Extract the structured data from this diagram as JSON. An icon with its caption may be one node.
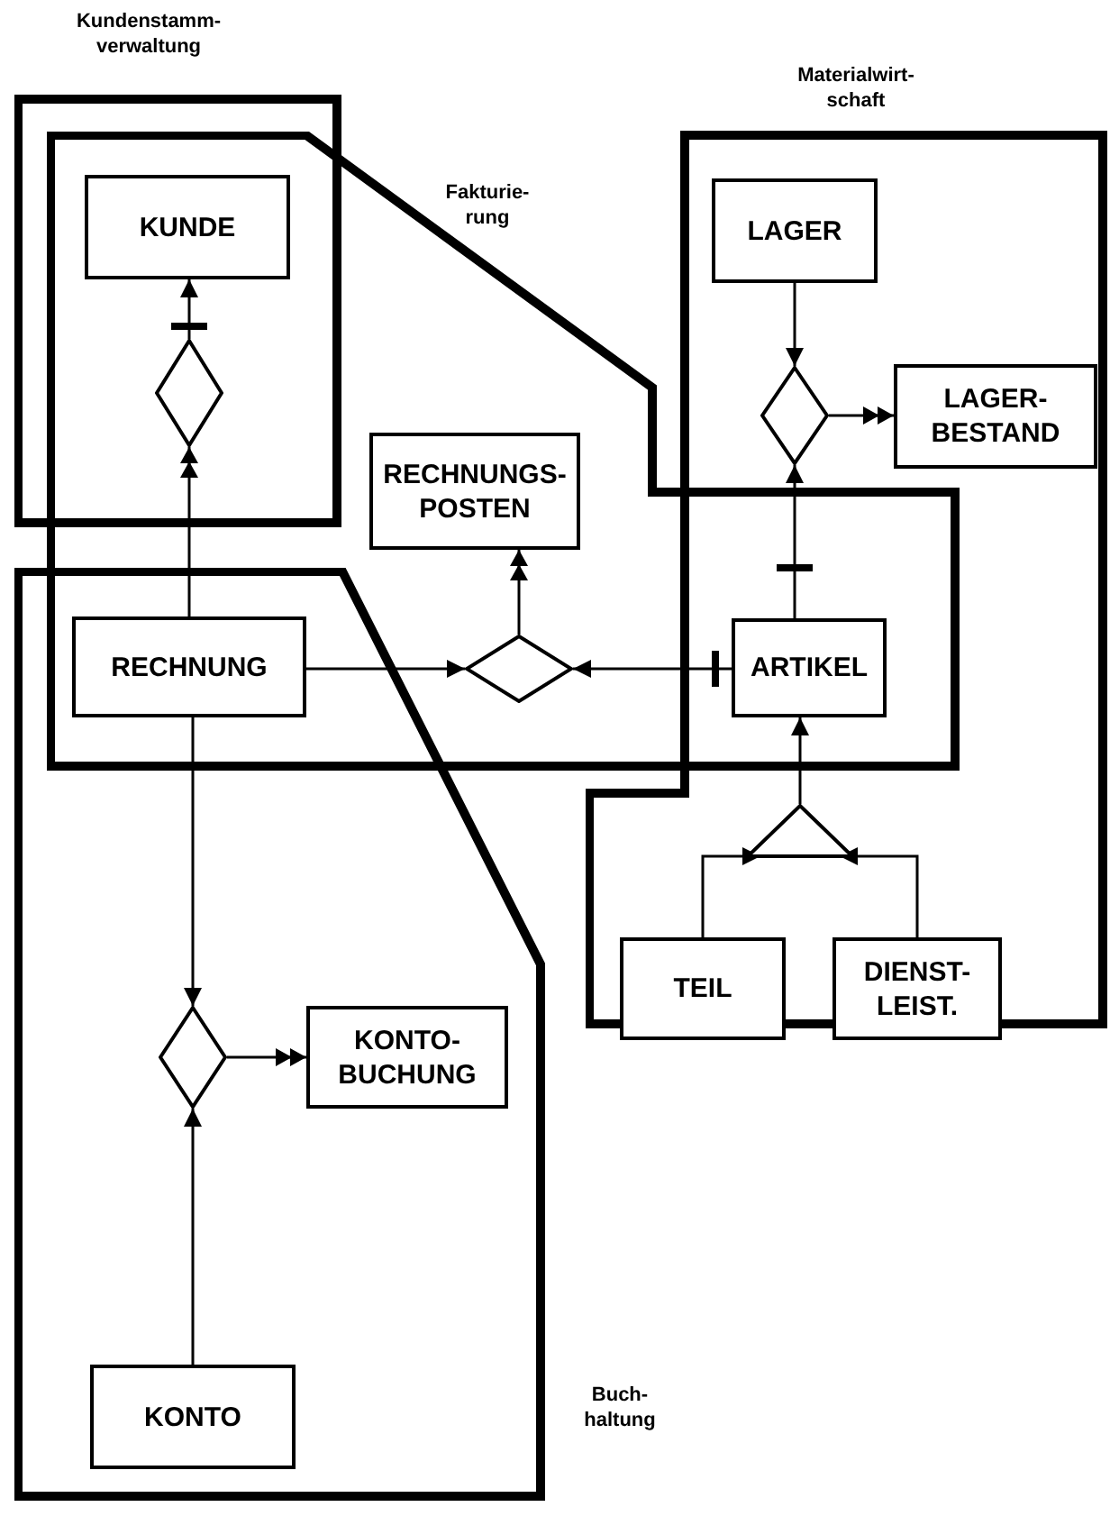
{
  "diagram": {
    "nodes": [
      {
        "text": [
          "Kundenstamm- verwaltung"
        ]
      },
      {
        "text": [
          "Fakturie- rung"
        ]
      },
      {
        "text": [
          "KUNDE"
        ],
        "in": 0
      },
      {
        "text": [],
        "shape": "diamond",
        "in": 0
      },
      {
        "text": [
          "Materialwirt- schaft"
        ]
      },
      {
        "text": [
          "LAGER"
        ],
        "in": 4
      },
      {
        "text": [],
        "shape": "diamond",
        "in": 4
      },
      {
        "text": [
          "LAGER- BESTAND"
        ],
        "in": 4
      },
      {
        "text": [
          "RECHNUNGS- POSTEN"
        ],
        "in": 1
      },
      {
        "text": [
          "RECHNUNG"
        ]
      },
      {
        "text": [],
        "shape": "diamond",
        "in": 1
      },
      {
        "text": [
          "ARTIKEL"
        ]
      },
      {
        "text": [],
        "shape": "triangle",
        "in": 4
      },
      {
        "text": [
          "TEIL"
        ],
        "in": 4
      },
      {
        "text": [
          "DIENST- LEIST."
        ],
        "in": 4
      },
      {
        "text": [
          "Buch- haltung"
        ]
      },
      {
        "text": [],
        "shape": "diamond",
        "in": 15
      },
      {
        "text": [
          "KONTO- BUCHUNG"
        ],
        "in": 15
      },
      {
        "text": [
          "KONTO"
        ],
        "in": 15
      }
    ],
    "edges": [
      {
        "from": 3,
        "to": 2,
        "arrow": "to"
      },
      {
        "from": 9,
        "to": 3,
        "arrow": "to"
      },
      {
        "from": 5,
        "to": 6,
        "arrow": "to"
      },
      {
        "from": 6,
        "to": 7,
        "arrow": "to"
      },
      {
        "from": 11,
        "to": 6,
        "arrow": "to"
      },
      {
        "from": 10,
        "to": 8,
        "arrow": "to"
      },
      {
        "from": 9,
        "to": 10,
        "arrow": "to"
      },
      {
        "from": 11,
        "to": 10,
        "arrow": "to"
      },
      {
        "from": 12,
        "to": 11,
        "arrow": "to"
      },
      {
        "from": 13,
        "to": 12,
        "arrow": "to"
      },
      {
        "from": 14,
        "to": 12,
        "arrow": "to"
      },
      {
        "from": 9,
        "to": 16,
        "arrow": "to"
      },
      {
        "from": 16,
        "to": 17,
        "arrow": "to"
      },
      {
        "from": 18,
        "to": 16,
        "arrow": "to"
      }
    ]
  }
}
